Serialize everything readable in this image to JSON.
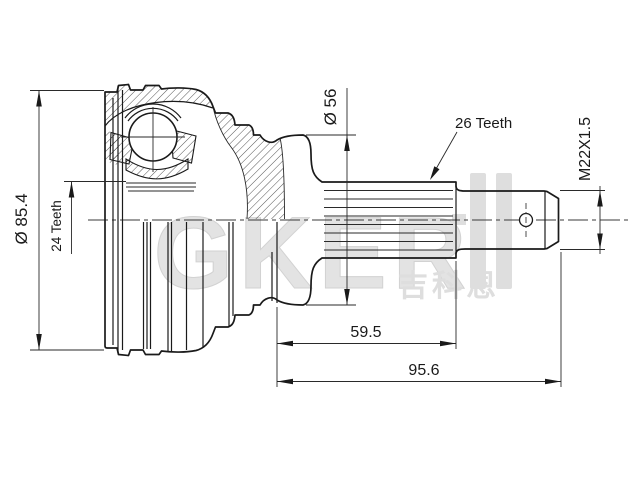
{
  "drawing": {
    "type": "cv-joint-outer-technical-drawing",
    "labels": {
      "outer_diameter": "Ø 85.4",
      "inner_spline_teeth": "24 Teeth",
      "neck_diameter": "Ø 56",
      "shaft_spline_teeth": "26 Teeth",
      "thread_spec": "M22X1.5",
      "spline_length": "59.5",
      "overall_length": "95.6"
    },
    "watermark": {
      "brand": "GKER",
      "brand_cn": "吉科恩"
    },
    "colors": {
      "line": "#1a1a1a",
      "watermark": "#e3e3e3",
      "background": "#ffffff"
    }
  }
}
